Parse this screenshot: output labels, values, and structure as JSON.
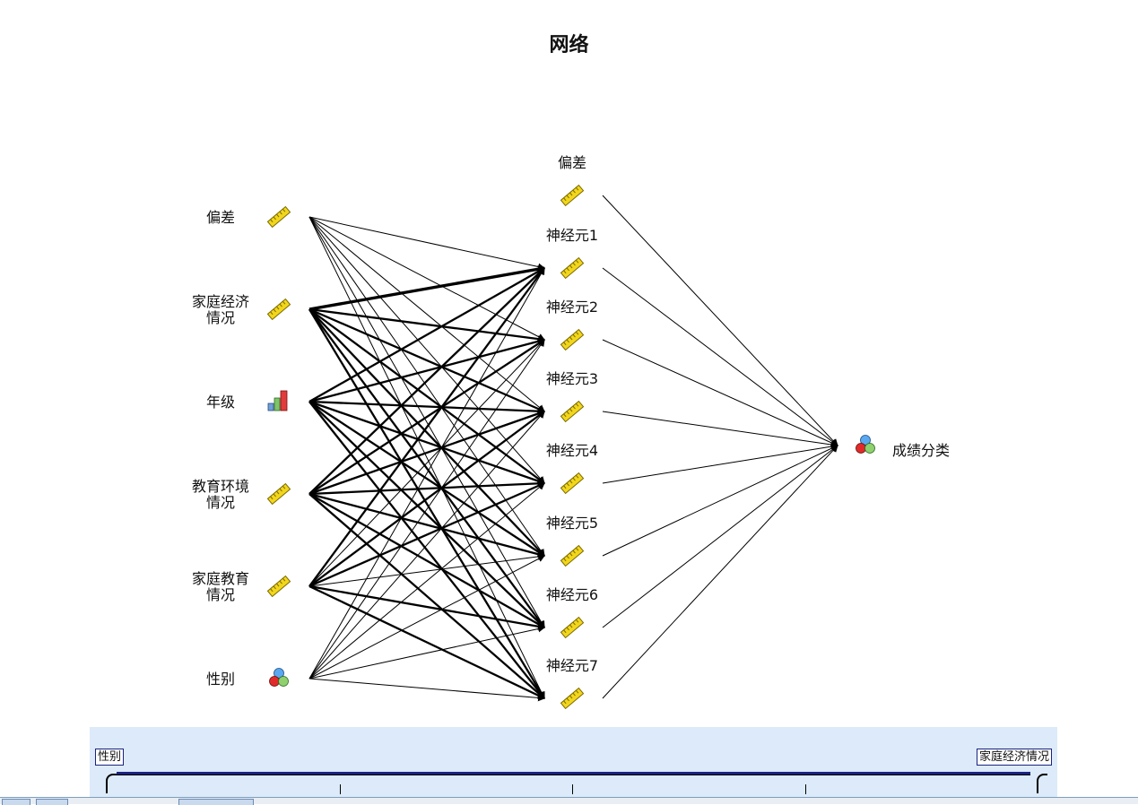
{
  "title": "网络",
  "input_layer": [
    {
      "label_lines": [
        "偏差"
      ],
      "icon": "ruler-icon"
    },
    {
      "label_lines": [
        "家庭经济",
        "情况"
      ],
      "icon": "ruler-icon"
    },
    {
      "label_lines": [
        "年级"
      ],
      "icon": "bar-chart-icon"
    },
    {
      "label_lines": [
        "教育环境",
        "情况"
      ],
      "icon": "ruler-icon"
    },
    {
      "label_lines": [
        "家庭教育",
        "情况"
      ],
      "icon": "ruler-icon"
    },
    {
      "label_lines": [
        "性别"
      ],
      "icon": "nominal-balls-icon"
    }
  ],
  "hidden_layer": [
    {
      "label": "偏差",
      "icon": "ruler-icon"
    },
    {
      "label": "神经元1",
      "icon": "ruler-icon"
    },
    {
      "label": "神经元2",
      "icon": "ruler-icon"
    },
    {
      "label": "神经元3",
      "icon": "ruler-icon"
    },
    {
      "label": "神经元4",
      "icon": "ruler-icon"
    },
    {
      "label": "神经元5",
      "icon": "ruler-icon"
    },
    {
      "label": "神经元6",
      "icon": "ruler-icon"
    },
    {
      "label": "神经元7",
      "icon": "ruler-icon"
    }
  ],
  "output_layer": [
    {
      "label": "成绩分类",
      "icon": "nominal-balls-icon"
    }
  ],
  "connections": {
    "input_to_hidden_weight_level": [
      [
        1,
        1,
        1,
        1,
        1,
        1,
        1
      ],
      [
        3,
        2,
        2,
        2,
        2,
        2,
        2
      ],
      [
        2,
        2,
        2,
        2,
        2,
        2,
        2
      ],
      [
        2,
        2,
        2,
        2,
        2,
        2,
        2
      ],
      [
        2,
        1,
        2,
        2,
        1,
        2,
        2
      ],
      [
        1,
        1,
        1,
        1,
        1,
        1,
        1
      ]
    ],
    "hidden_to_output_weight_level": [
      1,
      1,
      1,
      1,
      1,
      1,
      1,
      1
    ]
  },
  "slider": {
    "left_label": "性别",
    "right_label": "家庭经济情况"
  },
  "colors": {
    "line": "#000000",
    "panel": "#dceaf9",
    "label_border": "#1a237e"
  }
}
